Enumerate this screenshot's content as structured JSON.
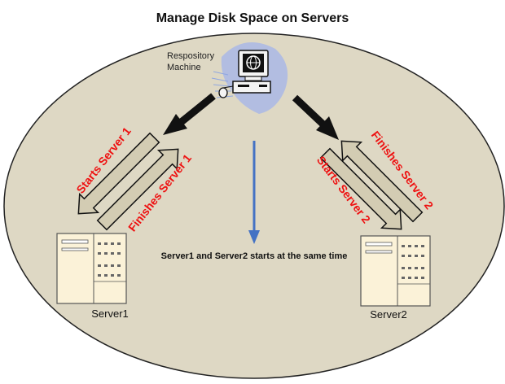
{
  "title": "Manage Disk Space on Servers",
  "repository_label_line1": "Respository",
  "repository_label_line2": "Machine",
  "server1_label": "Server1",
  "server2_label": "Server2",
  "starts_server1": "Starts Server 1",
  "finishes_server1": "Finishes Server 1",
  "starts_server2": "Starts Server 2",
  "finishes_server2": "Finishes Server 2",
  "center_note": "Server1   and Server2  starts at the same time",
  "colors": {
    "ellipse_fill": "#ded8c4",
    "arrow_red_text": "#ee1111",
    "blue_arrow": "#4472c4",
    "outline_arrow_fill": "#d3ccb3"
  }
}
